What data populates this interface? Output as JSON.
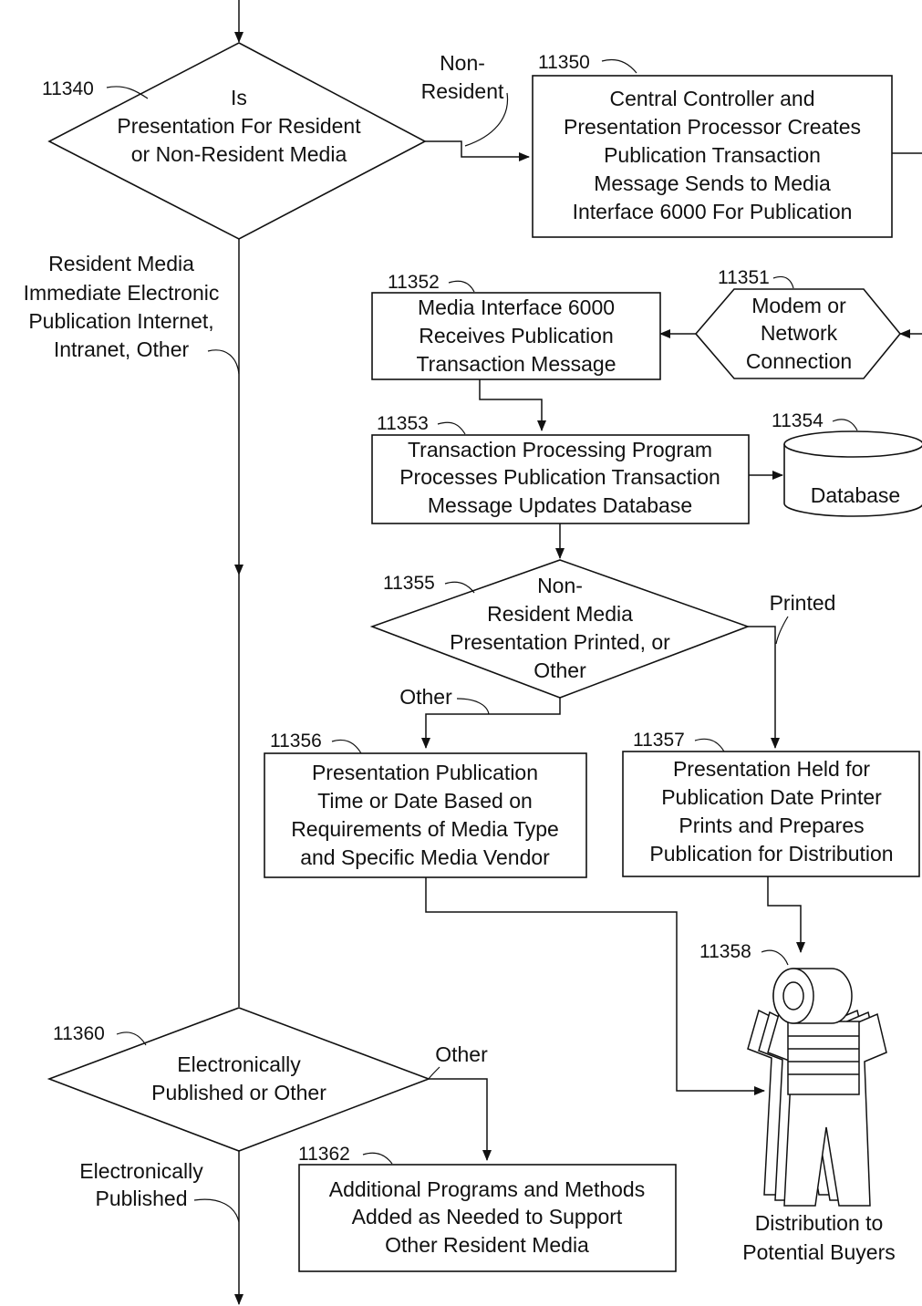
{
  "refs": {
    "r11340": "11340",
    "r11350": "11350",
    "r11351": "11351",
    "r11352": "11352",
    "r11353": "11353",
    "r11354": "11354",
    "r11355": "11355",
    "r11356": "11356",
    "r11357": "11357",
    "r11358": "11358",
    "r11360": "11360",
    "r11362": "11362"
  },
  "d11340": [
    "Is",
    "Presentation For Resident",
    "or Non-Resident Media"
  ],
  "b11350": [
    "Central Controller and",
    "Presentation Processor Creates",
    "Publication Transaction",
    "Message Sends to Media",
    "Interface 6000 For Publication"
  ],
  "h11351": [
    "Modem or",
    "Network",
    "Connection"
  ],
  "b11352": [
    "Media Interface 6000",
    "Receives Publication",
    "Transaction Message"
  ],
  "b11353": [
    "Transaction Processing Program",
    "Processes Publication Transaction",
    "Message Updates Database"
  ],
  "db11354": "Database",
  "d11355": [
    "Non-",
    "Resident Media",
    "Presentation Printed, or",
    "Other"
  ],
  "b11356": [
    "Presentation Publication",
    "Time or Date Based on",
    "Requirements of Media Type",
    "and Specific Media Vendor"
  ],
  "b11357": [
    "Presentation Held for",
    "Publication Date    Printer",
    "Prints and Prepares",
    "Publication for Distribution"
  ],
  "p11358": [
    "Distribution to",
    "Potential Buyers"
  ],
  "d11360": [
    "Electronically",
    "Published or Other"
  ],
  "b11362": [
    "Additional Programs and Methods",
    "Added as Needed to Support",
    "Other Resident Media"
  ],
  "edges": {
    "non_resident": [
      "Non-",
      "Resident"
    ],
    "resident_media": [
      "Resident Media",
      "Immediate Electronic",
      "Publication  Internet,",
      "Intranet, Other"
    ],
    "printed": "Printed",
    "other_11355": "Other",
    "other_11360": "Other",
    "electronically_published": [
      "Electronically",
      "Published"
    ]
  }
}
